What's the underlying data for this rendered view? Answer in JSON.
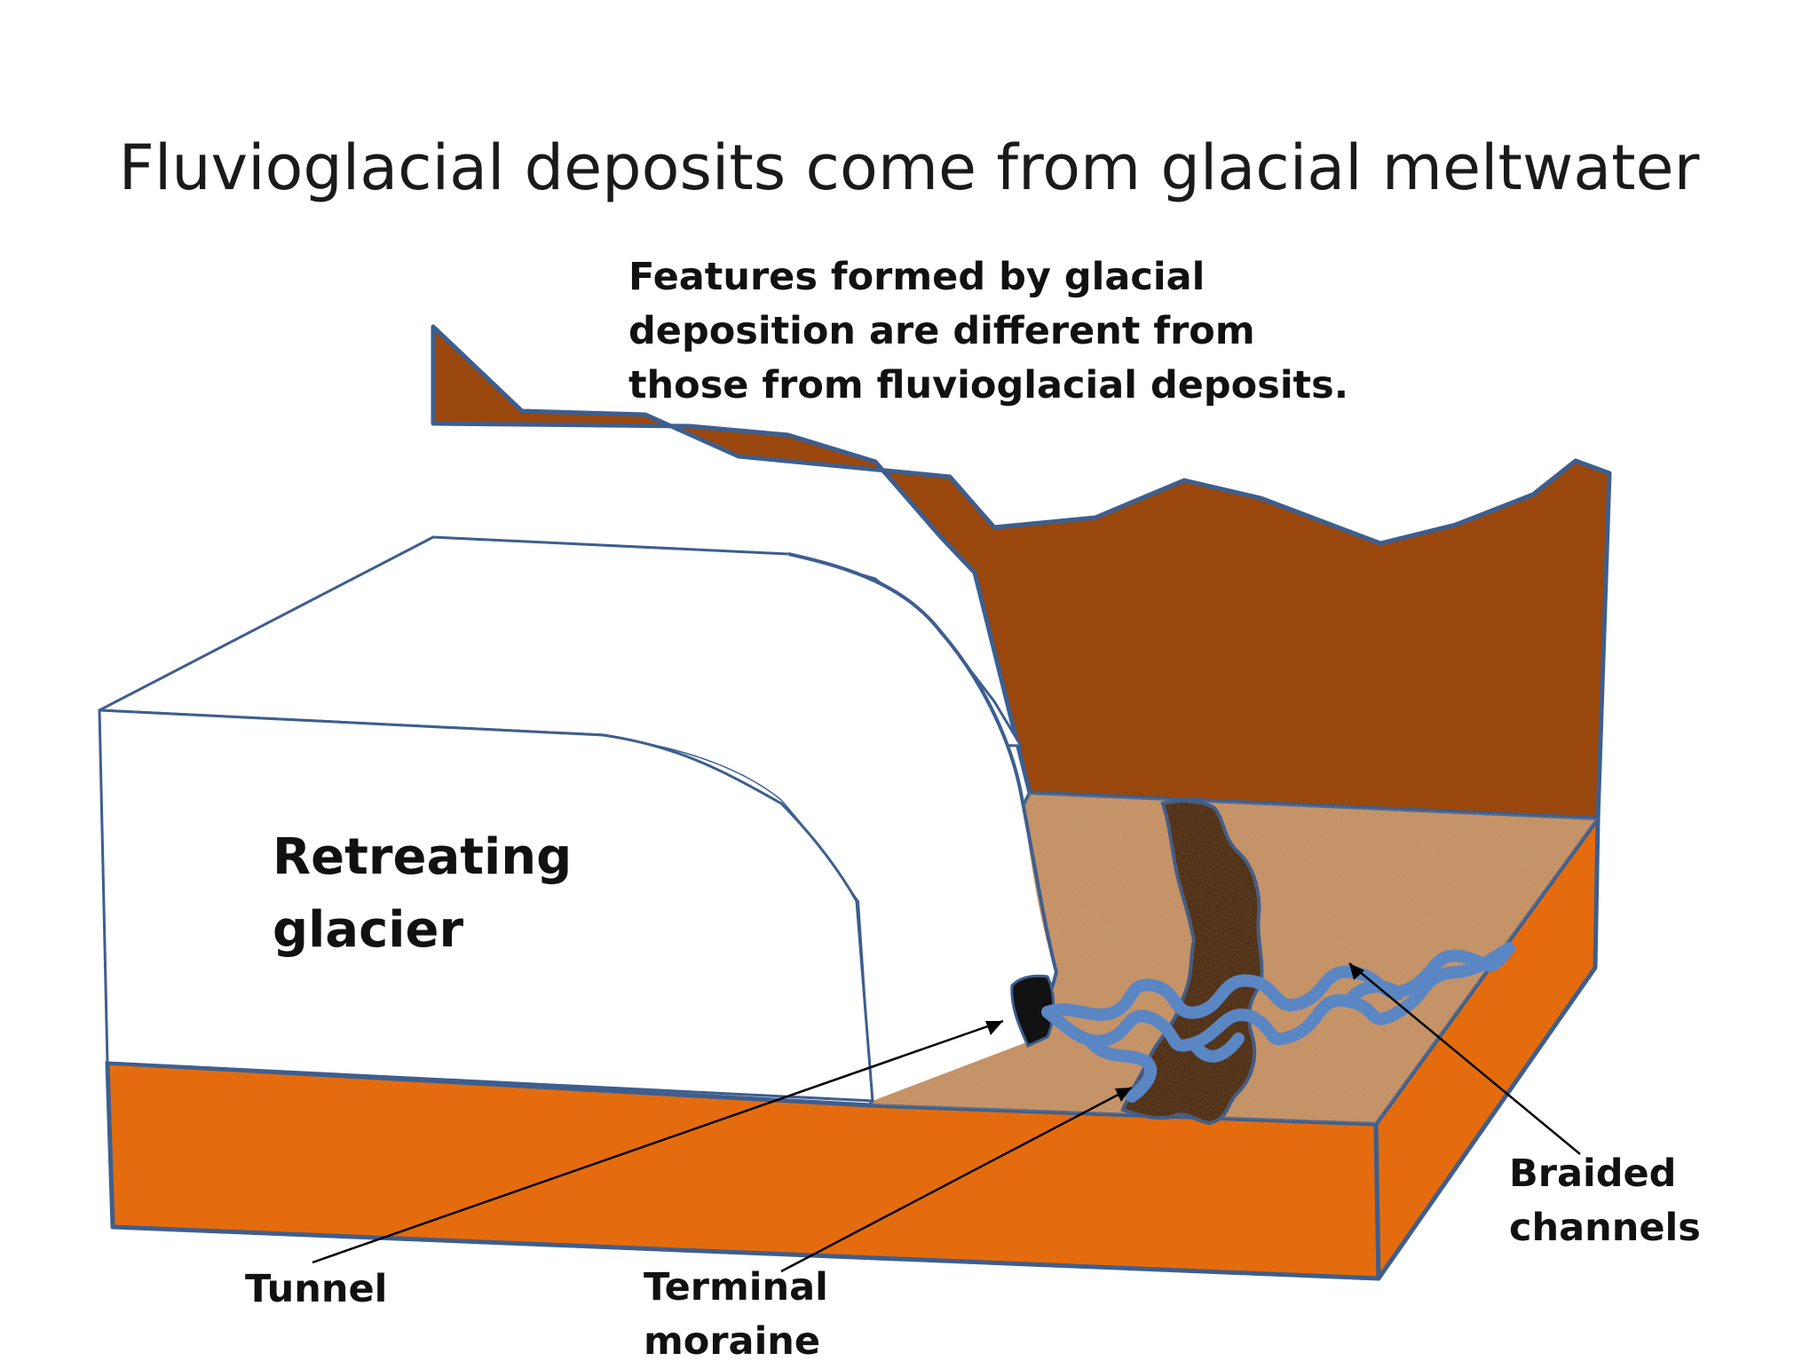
{
  "title": "Fluvioglacial deposits come from glacial meltwater",
  "note_lines": [
    "Features formed by glacial",
    "deposition are different from",
    "those from fluvioglacial deposits."
  ],
  "labels": {
    "glacier": [
      "Retreating",
      "glacier"
    ],
    "tunnel": "Tunnel",
    "moraine": [
      "Terminal",
      "moraine"
    ],
    "braided": [
      "Braided",
      "channels"
    ]
  },
  "colors": {
    "valley_wall": "#99470c",
    "ground": "#e46c0e",
    "outwash": "#c58f62",
    "moraine": "#4a2a12",
    "meltwater": "#5a86c4",
    "ice": "#ffffff",
    "outline": "#3d5e8f"
  }
}
